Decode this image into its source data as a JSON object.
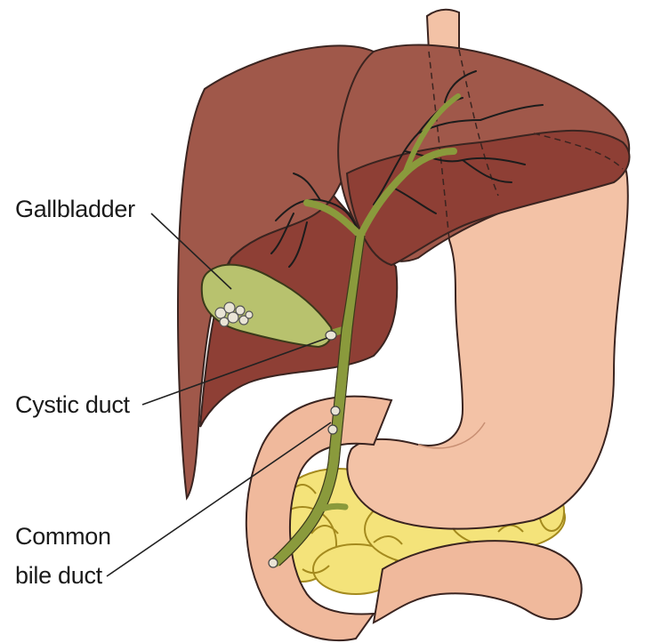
{
  "labels": {
    "gallbladder": "Gallbladder",
    "cystic_duct": "Cystic duct",
    "common_bile_duct_line1": "Common",
    "common_bile_duct_line2": "bile duct"
  },
  "colors": {
    "liver_light": "#a0584a",
    "liver_dark": "#8e3f35",
    "liver_outline": "#3a2420",
    "stomach": "#f3c2a6",
    "stomach_shade": "#e6ab8d",
    "duodenum": "#f0b99c",
    "pancreas": "#f4e37a",
    "pancreas_outline": "#a48a1e",
    "bile": "#8a9a3c",
    "gallbladder": "#b8c26e",
    "gallstones": "#e9e4d6",
    "leader_line": "#222222"
  }
}
